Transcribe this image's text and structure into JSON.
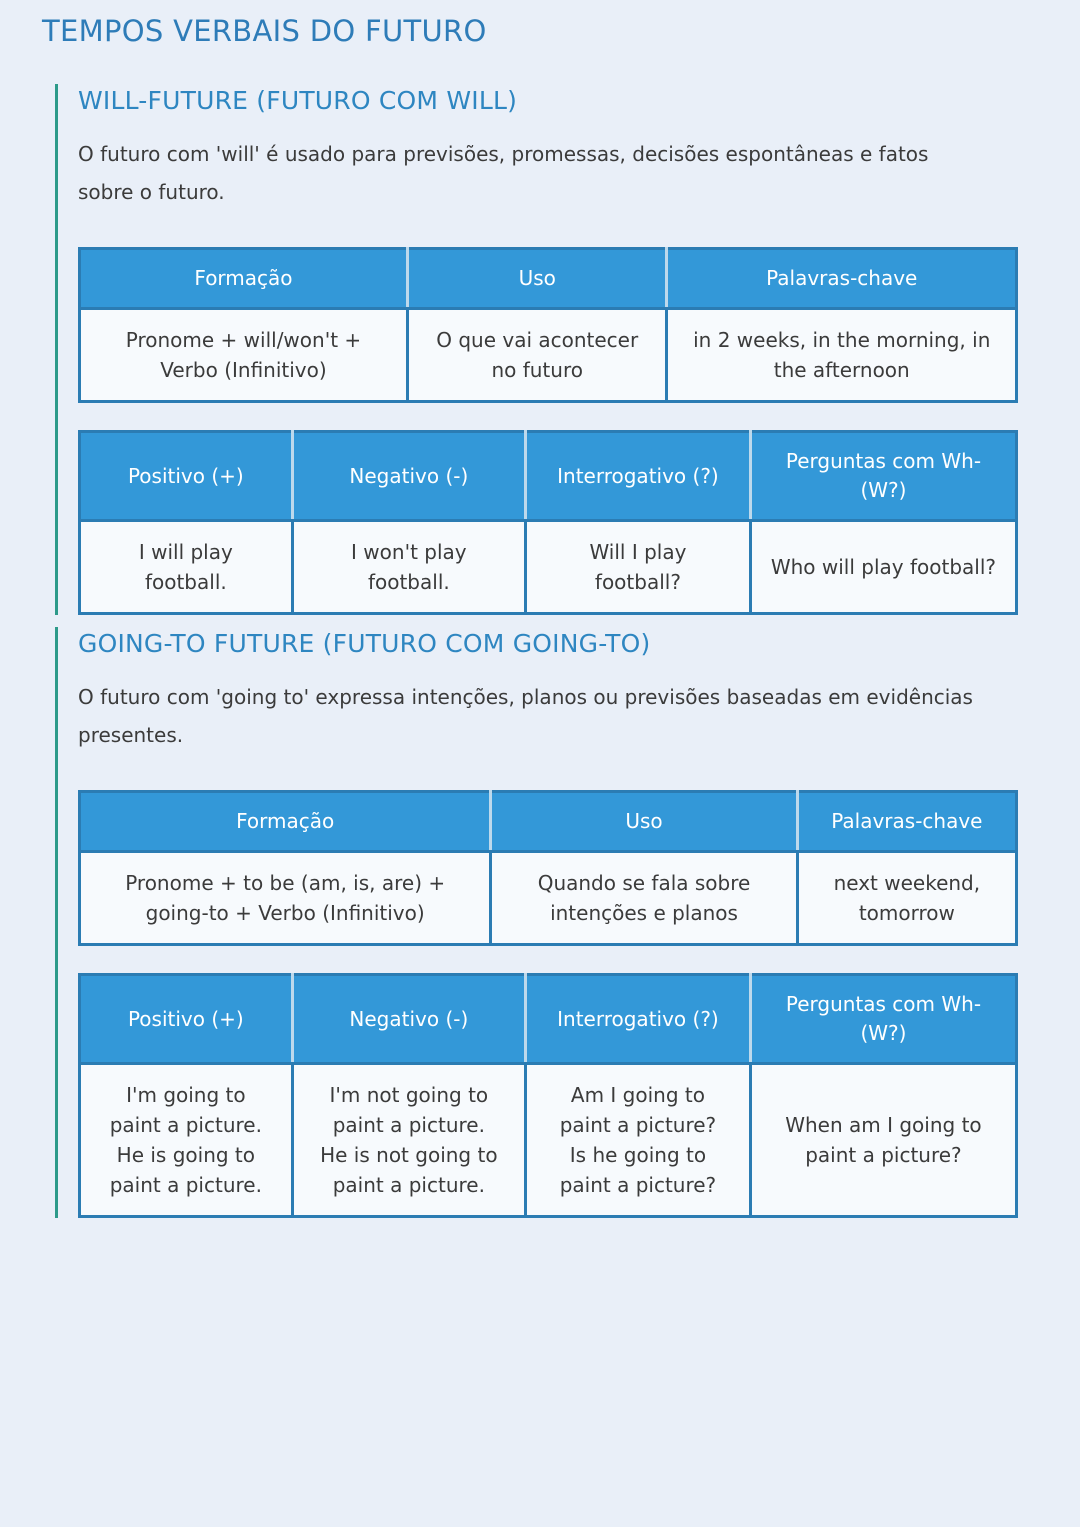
{
  "theme": {
    "page-bg": "#e9eff8",
    "title-color": "#2e7cb8",
    "heading-color": "#2e86c1",
    "accent-teal": "#2d9a8a",
    "header-bg": "#3398d8",
    "header-divider": "#bdd9ec",
    "table-border": "#2b7cb3",
    "cell-bg": "#f7fafd",
    "text-color": "#3b3b3b"
  },
  "page": {
    "title": "TEMPOS VERBAIS DO FUTURO"
  },
  "sections": [
    {
      "heading": "WILL-FUTURE (FUTURO COM WILL)",
      "description": "O futuro com 'will' é usado para previsões, promessas, decisões espontâneas e fatos sobre o futuro.",
      "tables": [
        {
          "headers": [
            "Formação",
            "Uso",
            "Palavras-chave"
          ],
          "row": [
            [
              "Pronome + will/won't + Verbo (Infinitivo)"
            ],
            [
              "O que vai acontecer no futuro"
            ],
            [
              "in 2 weeks, in the morning, in the afternoon"
            ]
          ]
        },
        {
          "headers": [
            "Positivo (+)",
            "Negativo (-)",
            "Interrogativo (?)",
            "Perguntas com Wh- (W?)"
          ],
          "row": [
            [
              "I will play football."
            ],
            [
              "I won't play football."
            ],
            [
              "Will I play football?"
            ],
            [
              "Who will play football?"
            ]
          ]
        }
      ]
    },
    {
      "heading": "GOING-TO FUTURE (FUTURO COM GOING-TO)",
      "description": "O futuro com 'going to' expressa intenções, planos ou previsões baseadas em evidências presentes.",
      "tables": [
        {
          "headers": [
            "Formação",
            "Uso",
            "Palavras-chave"
          ],
          "row": [
            [
              "Pronome + to be (am, is, are) + going-to + Verbo (Infinitivo)"
            ],
            [
              "Quando se fala sobre intenções e planos"
            ],
            [
              "next weekend, tomorrow"
            ]
          ]
        },
        {
          "headers": [
            "Positivo (+)",
            "Negativo (-)",
            "Interrogativo (?)",
            "Perguntas com Wh- (W?)"
          ],
          "row": [
            [
              "I'm going to paint a picture.",
              "He is going to paint a picture."
            ],
            [
              "I'm not going to paint a picture.",
              "He is not going to paint a picture."
            ],
            [
              "Am I going to paint a picture?",
              "Is he going to paint a picture?"
            ],
            [
              "When am I going to paint a picture?"
            ]
          ]
        }
      ]
    }
  ]
}
